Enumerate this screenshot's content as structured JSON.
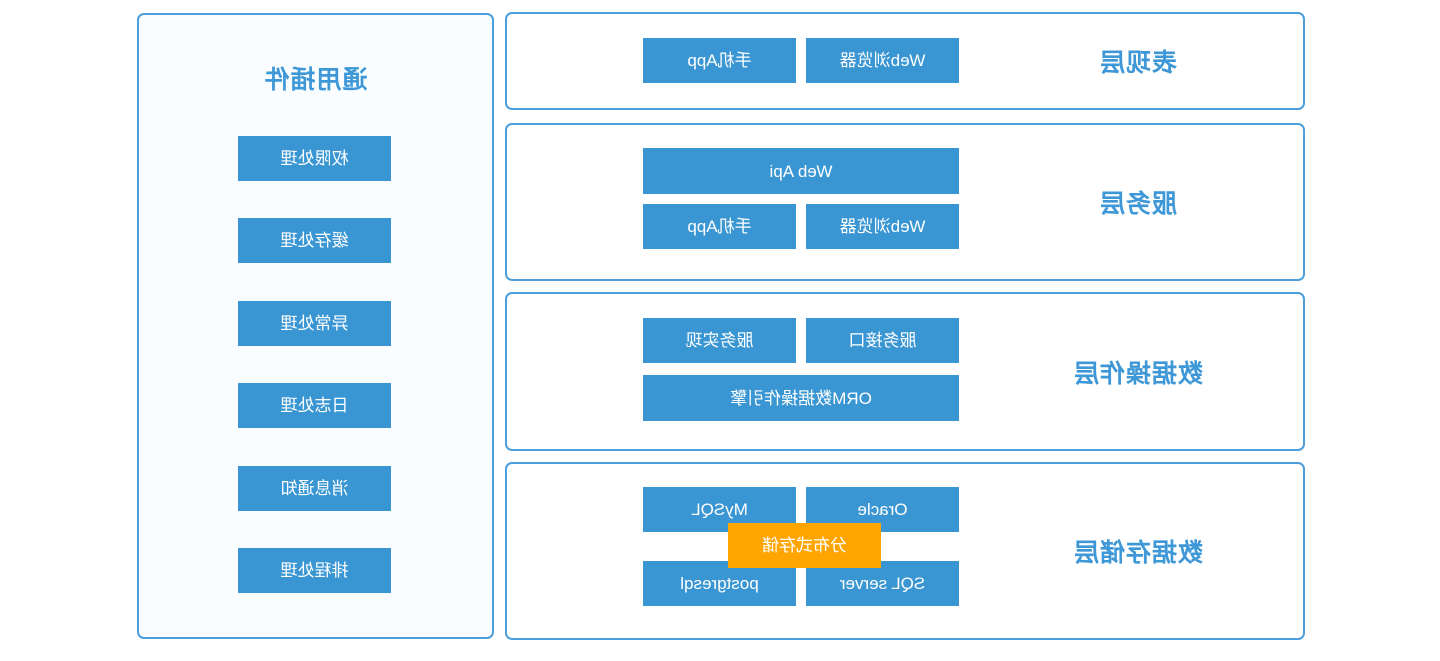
{
  "colors": {
    "button_blue": "#3996D3",
    "border_blue": "#4C9EDC",
    "label_blue": "#3E97D6",
    "accent_orange": "#FFA502",
    "panel_background": "#FAFDFF",
    "button_text": "#FFFFFF"
  },
  "layers": [
    {
      "label": "表现层",
      "row1": [
        "Web浏览器",
        "手机App"
      ]
    },
    {
      "label": "服务层",
      "wide": "Web Api",
      "row1": [
        "Web浏览器",
        "手机App"
      ]
    },
    {
      "label": "数据操作层",
      "row1": [
        "服务接口",
        "服务实现"
      ],
      "wide": "ORM数据操作引擎"
    },
    {
      "label": "数据存储层",
      "row1": [
        "Oracle",
        "MySQL"
      ],
      "row2": [
        "SQL server",
        "postgresql"
      ],
      "overlay": "分布式存储"
    }
  ],
  "plugins": {
    "title": "通用插件",
    "items": [
      "权限处理",
      "缓存处理",
      "异常处理",
      "日志处理",
      "消息通知",
      "排程处理"
    ]
  }
}
